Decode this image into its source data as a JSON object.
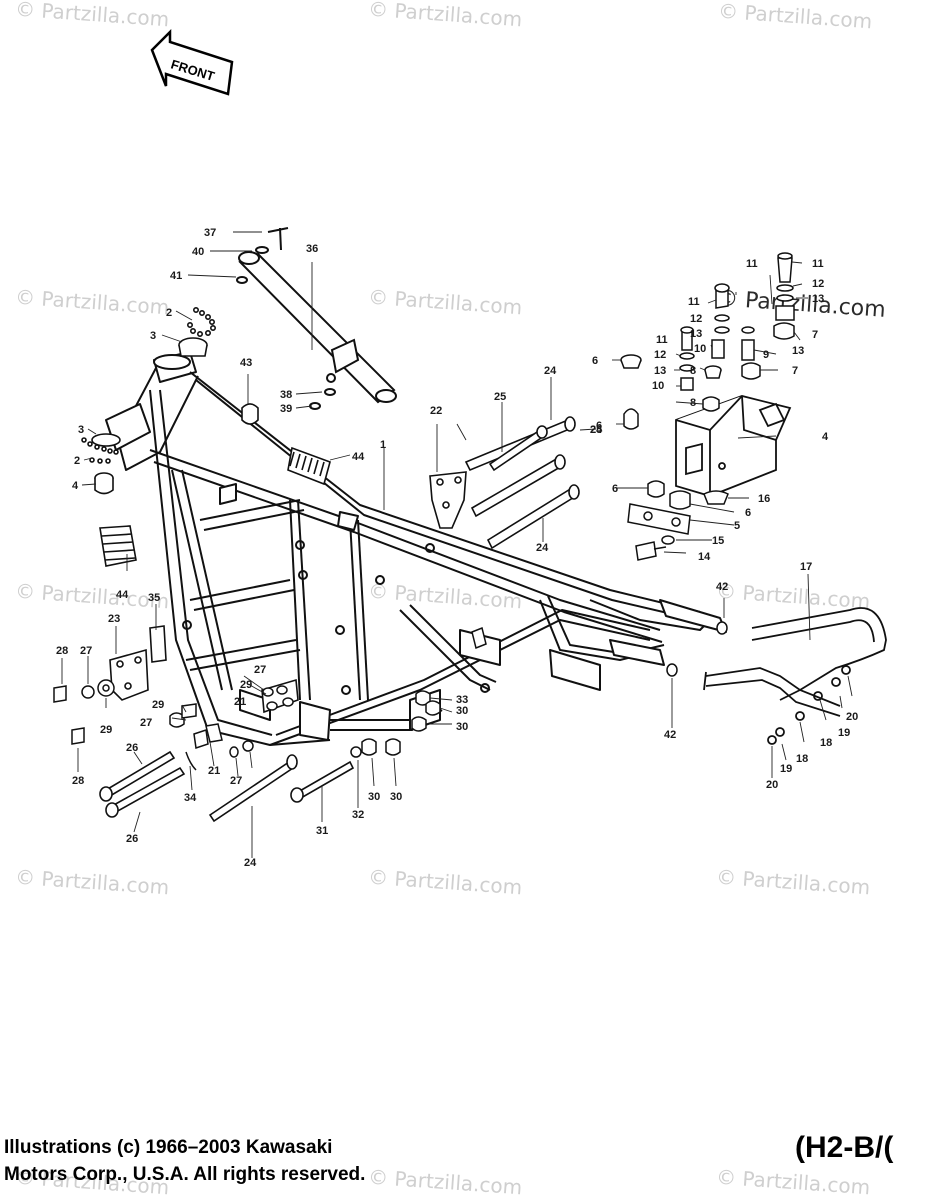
{
  "diagram": {
    "front_label": "FRONT",
    "credit_line1": "Illustrations (c) 1966–2003 Kawasaki",
    "credit_line2": "Motors Corp., U.S.A.  All rights reserved.",
    "code": "(H2-B/(",
    "watermark": "© Partzilla.com",
    "callouts": [
      "1",
      "2",
      "2",
      "3",
      "3",
      "4",
      "4",
      "5",
      "6",
      "6",
      "6",
      "6",
      "7",
      "7",
      "8",
      "8",
      "9",
      "10",
      "10",
      "11",
      "11",
      "11",
      "11",
      "12",
      "12",
      "12",
      "13",
      "13",
      "13",
      "13",
      "14",
      "15",
      "16",
      "17",
      "18",
      "18",
      "19",
      "19",
      "20",
      "20",
      "21",
      "21",
      "22",
      "23",
      "24",
      "24",
      "24",
      "24",
      "25",
      "25",
      "26",
      "26",
      "27",
      "27",
      "27",
      "27",
      "28",
      "28",
      "29",
      "29",
      "29",
      "30",
      "30",
      "30",
      "30",
      "31",
      "32",
      "33",
      "34",
      "35",
      "36",
      "37",
      "38",
      "39",
      "40",
      "41",
      "42",
      "42",
      "43",
      "44",
      "44"
    ]
  }
}
